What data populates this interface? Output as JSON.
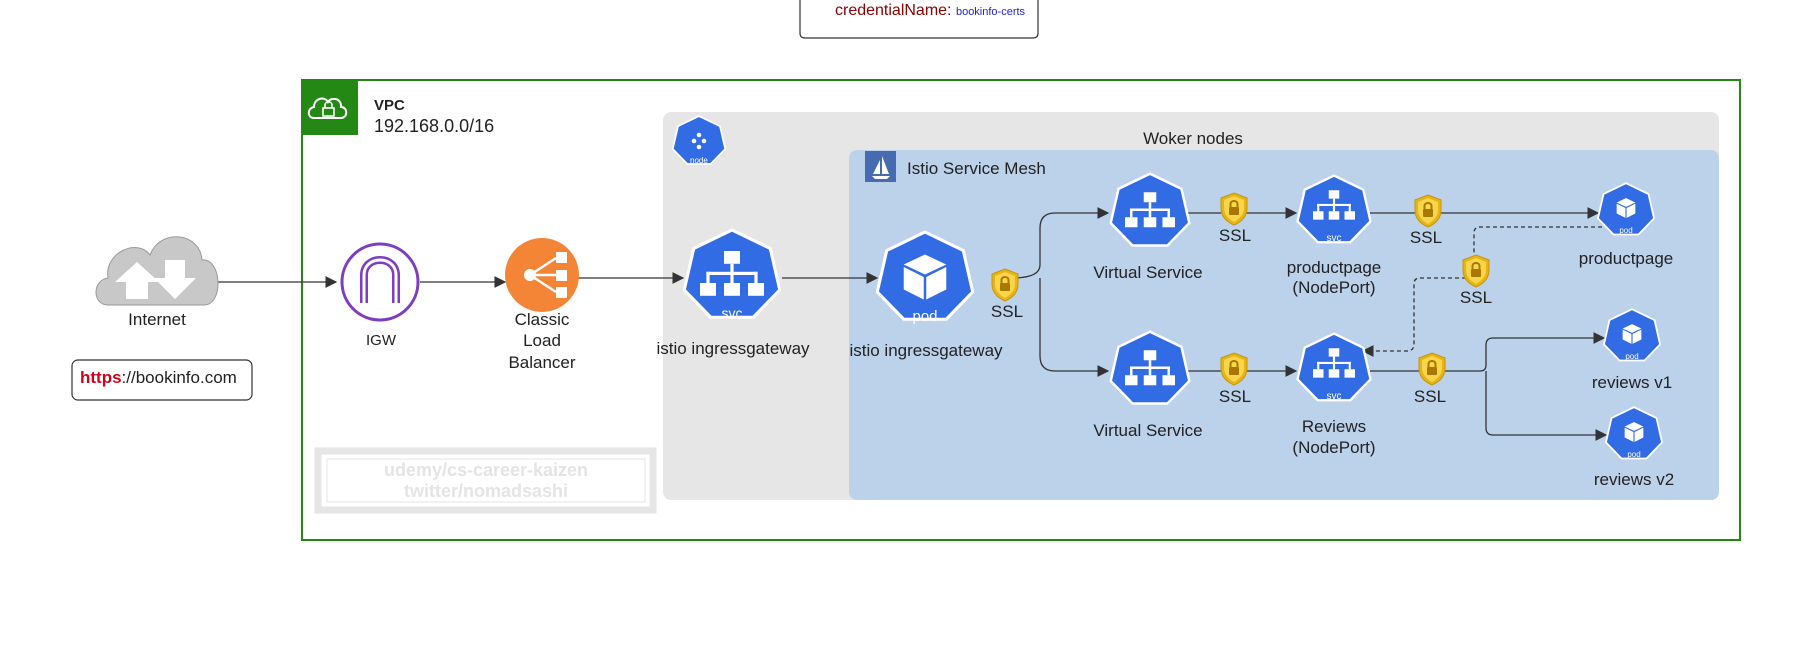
{
  "top_box": {
    "key": "credentialName:",
    "value": "bookinfo-certs"
  },
  "vpc": {
    "title": "VPC",
    "cidr": "192.168.0.0/16"
  },
  "worker_nodes": {
    "title": "Woker nodes",
    "node_icon_text": "node"
  },
  "mesh": {
    "title": "Istio Service Mesh"
  },
  "internet": {
    "label": "Internet",
    "url_scheme": "https",
    "url_rest": "://bookinfo.com"
  },
  "igw": {
    "label": "IGW"
  },
  "clb": {
    "line1": "Classic",
    "line2": "Load",
    "line3": "Balancer"
  },
  "ingress_svc": {
    "icon_text": "svc",
    "label": "istio ingressgateway"
  },
  "ingress_pod": {
    "icon_text": "pod",
    "label": "istio ingressgateway"
  },
  "ssl_label": "SSL",
  "vs_top": {
    "label": "Virtual Service"
  },
  "vs_bottom": {
    "label": "Virtual Service"
  },
  "pp_svc": {
    "icon_text": "svc",
    "line1": "productpage",
    "line2": "(NodePort)"
  },
  "rv_svc": {
    "icon_text": "svc",
    "line1": "Reviews",
    "line2": "(NodePort)"
  },
  "pp_pod": {
    "icon_text": "pod",
    "label": "productpage"
  },
  "rv1_pod": {
    "icon_text": "pod",
    "label": "reviews v1"
  },
  "rv2_pod": {
    "icon_text": "pod",
    "label": "reviews v2"
  },
  "watermark": {
    "line1": "udemy/cs-career-kaizen",
    "line2": "twitter/nomadsashi"
  },
  "colors": {
    "vpc_green": "#248814",
    "worker_bg": "#e6e6e6",
    "mesh_bg": "#bcd1ea",
    "k8s_blue": "#326ce5",
    "igw_purple": "#7d3ec0",
    "clb_orange": "#f58536",
    "cloud_gray": "#c8c8c8",
    "ssl_gold": "#f0c020",
    "url_red": "#d0021b",
    "key_red": "#8b0000",
    "value_blue": "#1f1fd0"
  }
}
